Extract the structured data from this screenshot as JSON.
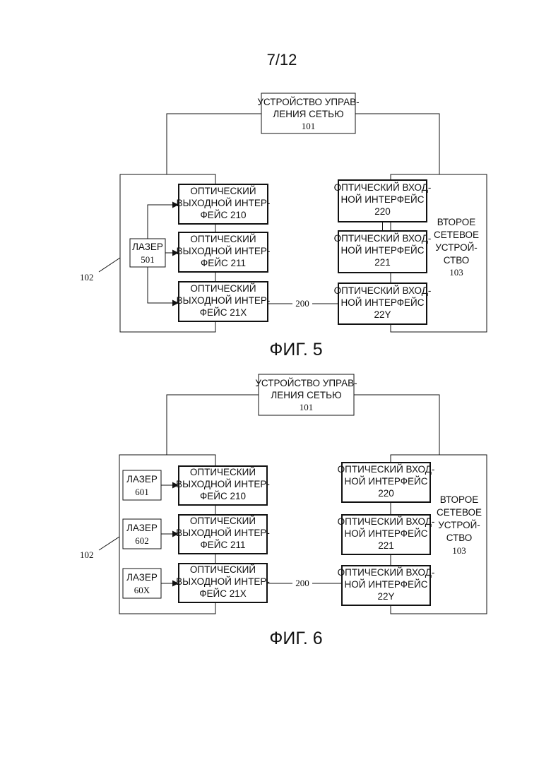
{
  "page_number": "7/12",
  "fig5": {
    "caption": "ФИГ. 5",
    "nms": {
      "line1": "УСТРОЙСТВО УПРАВ-",
      "line2": "ЛЕНИЯ СЕТЬЮ",
      "ref": "101"
    },
    "device1_ref": "102",
    "laser": {
      "label": "ЛАЗЕР",
      "ref": "501"
    },
    "outputs": [
      {
        "line1": "ОПТИЧЕСКИЙ",
        "line2": "ВЫХОДНОЙ ИНТЕР-",
        "line3": "ФЕЙС 210"
      },
      {
        "line1": "ОПТИЧЕСКИЙ",
        "line2": "ВЫХОДНОЙ ИНТЕР-",
        "line3": "ФЕЙС 211"
      },
      {
        "line1": "ОПТИЧЕСКИЙ",
        "line2": "ВЫХОДНОЙ ИНТЕР-",
        "line3": "ФЕЙС 21X"
      }
    ],
    "link_ref": "200",
    "inputs": [
      {
        "line1": "ОПТИЧЕСКИЙ ВХОД-",
        "line2": "НОЙ ИНТЕРФЕЙС",
        "line3": "220"
      },
      {
        "line1": "ОПТИЧЕСКИЙ ВХОД-",
        "line2": "НОЙ ИНТЕРФЕЙС",
        "line3": "221"
      },
      {
        "line1": "ОПТИЧЕСКИЙ ВХОД-",
        "line2": "НОЙ ИНТЕРФЕЙС",
        "line3": "22Y"
      }
    ],
    "device2": {
      "line1": "ВТОРОЕ",
      "line2": "СЕТЕВОЕ",
      "line3": "УСТРОЙ-",
      "line4": "СТВО",
      "ref": "103"
    }
  },
  "fig6": {
    "caption": "ФИГ. 6",
    "nms": {
      "line1": "УСТРОЙСТВО УПРАВ-",
      "line2": "ЛЕНИЯ СЕТЬЮ",
      "ref": "101"
    },
    "device1_ref": "102",
    "lasers": [
      {
        "label": "ЛАЗЕР",
        "ref": "601"
      },
      {
        "label": "ЛАЗЕР",
        "ref": "602"
      },
      {
        "label": "ЛАЗЕР",
        "ref": "60X"
      }
    ],
    "outputs": [
      {
        "line1": "ОПТИЧЕСКИЙ",
        "line2": "ВЫХОДНОЙ ИНТЕР-",
        "line3": "ФЕЙС 210"
      },
      {
        "line1": "ОПТИЧЕСКИЙ",
        "line2": "ВЫХОДНОЙ ИНТЕР-",
        "line3": "ФЕЙС 211"
      },
      {
        "line1": "ОПТИЧЕСКИЙ",
        "line2": "ВЫХОДНОЙ ИНТЕР-",
        "line3": "ФЕЙС 21X"
      }
    ],
    "link_ref": "200",
    "inputs": [
      {
        "line1": "ОПТИЧЕСКИЙ ВХОД-",
        "line2": "НОЙ ИНТЕРФЕЙС",
        "line3": "220"
      },
      {
        "line1": "ОПТИЧЕСКИЙ ВХОД-",
        "line2": "НОЙ ИНТЕРФЕЙС",
        "line3": "221"
      },
      {
        "line1": "ОПТИЧЕСКИЙ ВХОД-",
        "line2": "НОЙ ИНТЕРФЕЙС",
        "line3": "22Y"
      }
    ],
    "device2": {
      "line1": "ВТОРОЕ",
      "line2": "СЕТЕВОЕ",
      "line3": "УСТРОЙ-",
      "line4": "СТВО",
      "ref": "103"
    }
  }
}
